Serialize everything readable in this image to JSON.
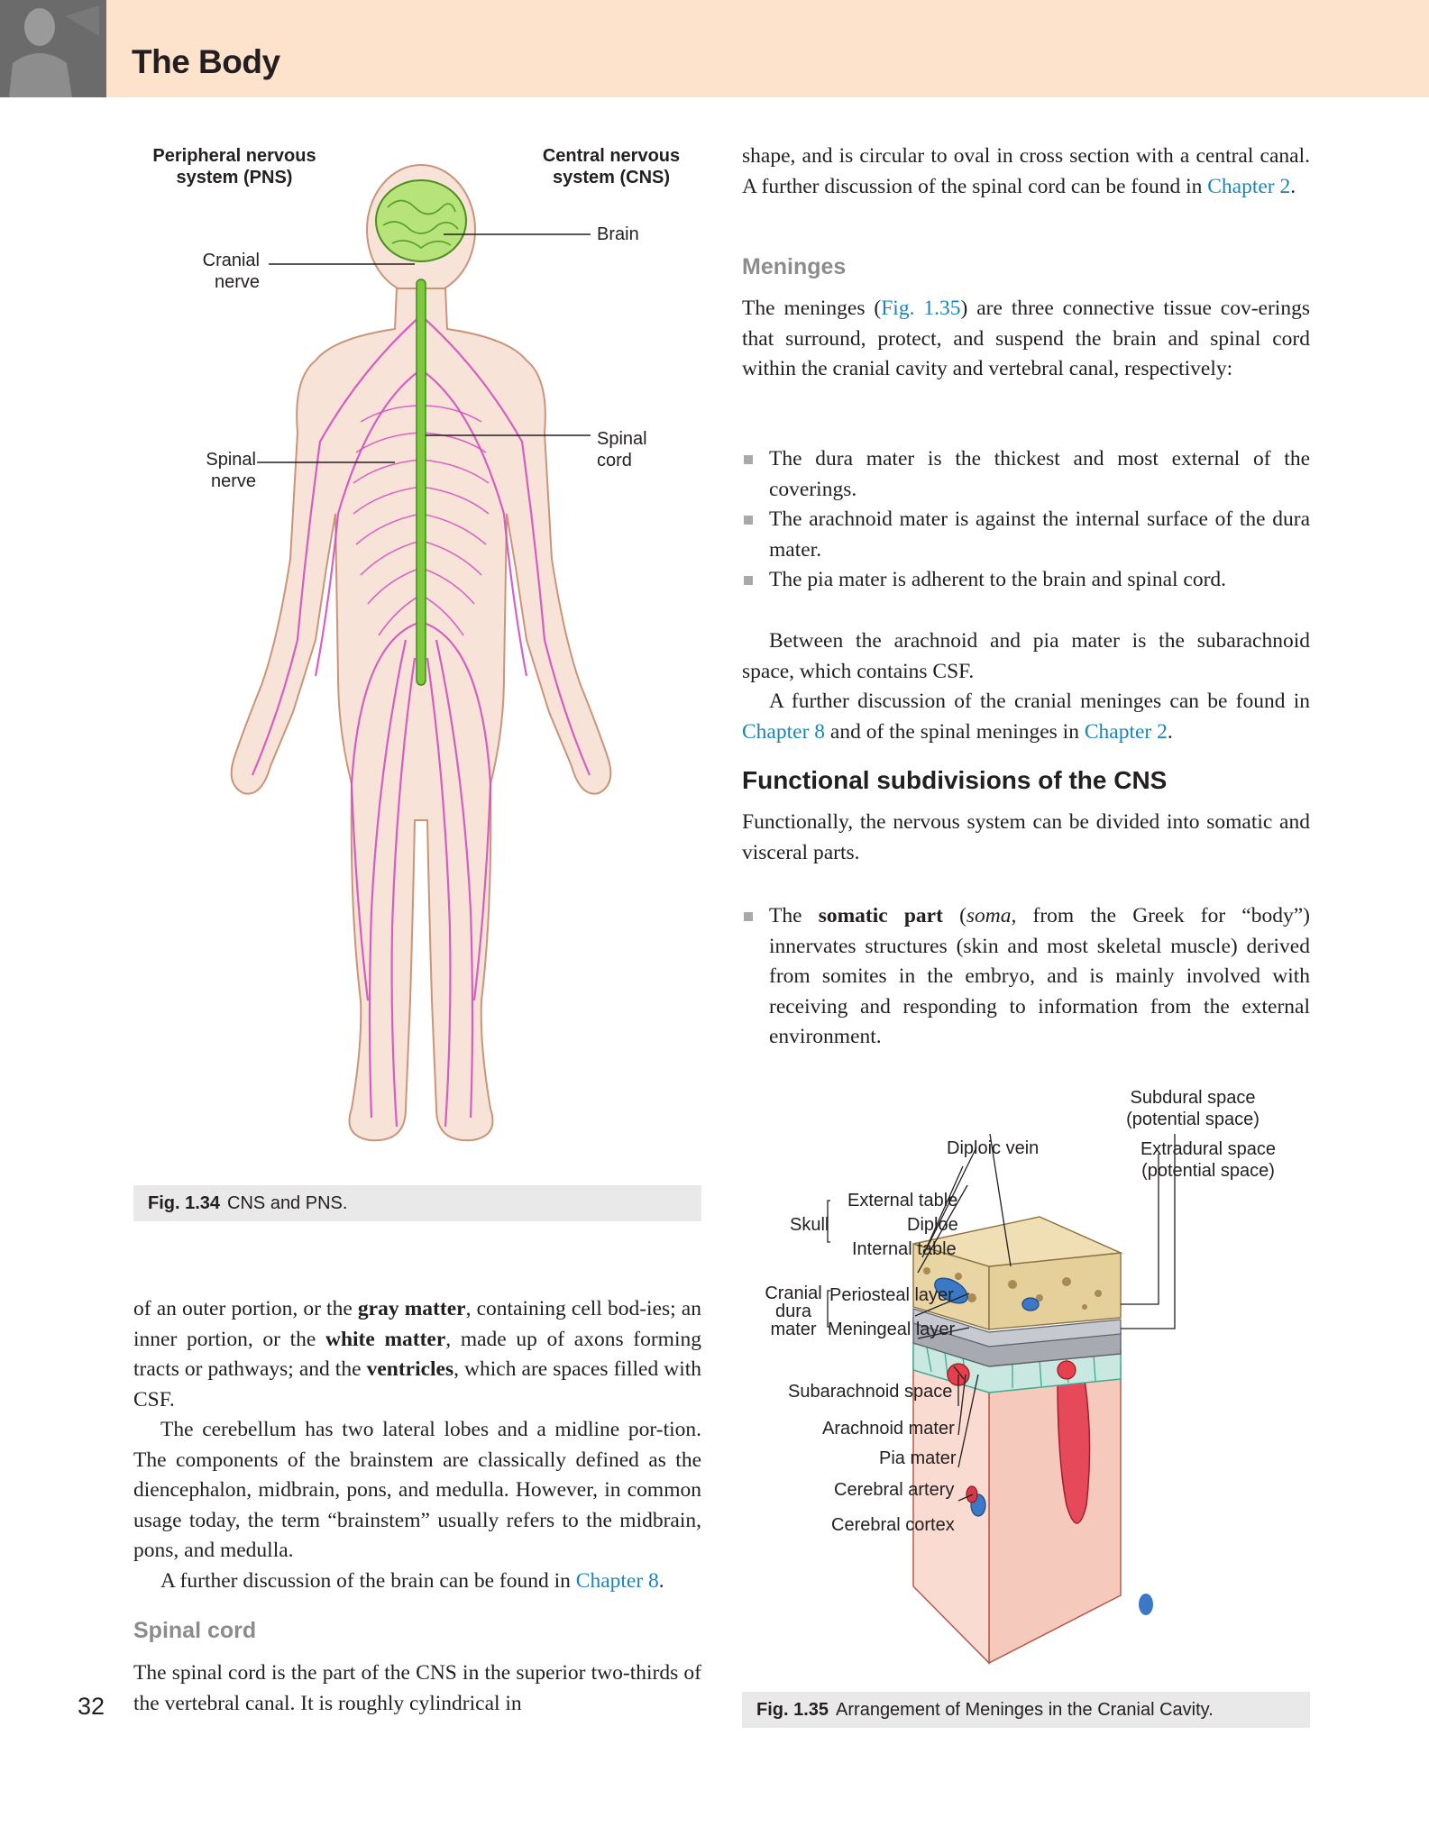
{
  "header": {
    "title": "The Body"
  },
  "fig134": {
    "pns_label": "Peripheral nervous\nsystem (PNS)",
    "cns_label": "Central nervous\nsystem (CNS)",
    "brain": "Brain",
    "cranial_nerve": "Cranial\nnerve",
    "spinal_nerve": "Spinal\nnerve",
    "spinal_cord": "Spinal\ncord",
    "caption_num": "Fig. 1.34",
    "caption_text": "CNS and PNS."
  },
  "left_col": {
    "p1_a": "of an outer portion, or the ",
    "p1_b": "gray matter",
    "p1_c": ", containing cell bod-ies; an inner portion, or the ",
    "p1_d": "white matter",
    "p1_e": ", made up of axons forming tracts or pathways; and the ",
    "p1_f": "ventricles",
    "p1_g": ", which are spaces filled with CSF.",
    "p2": "The cerebellum has two lateral lobes and a midline por-tion. The components of the brainstem are classically defined as the diencephalon, midbrain, pons, and medulla. However, in common usage today, the term “brainstem” usually refers to the midbrain, pons, and medulla.",
    "p3_a": "A further discussion of the brain can be found in ",
    "p3_link": "Chapter 8",
    "p3_b": ".",
    "subhead": "Spinal cord",
    "p4": "The spinal cord is the part of the CNS in the superior two-thirds of the vertebral canal. It is roughly cylindrical in"
  },
  "right_col": {
    "p0_a": "shape, and is circular to oval in cross section with a central canal. A further discussion of the spinal cord can be found in ",
    "p0_link": "Chapter 2",
    "p0_b": ".",
    "meninges_head": "Meninges",
    "p1_a": "The meninges (",
    "p1_link": "Fig. 1.35",
    "p1_b": ") are three connective tissue cov-erings that surround, protect, and suspend the brain and spinal cord within the cranial cavity and vertebral canal, respectively:",
    "bullets": [
      "The dura mater is the thickest and most external of the coverings.",
      "The arachnoid mater is against the internal surface of the dura mater.",
      "The pia mater is adherent to the brain and spinal cord."
    ],
    "p2": "Between the arachnoid and pia mater is the subarachnoid space, which contains CSF.",
    "p3_a": "A further discussion of the cranial meninges can be found in ",
    "p3_link1": "Chapter 8",
    "p3_b": " and of the spinal meninges in ",
    "p3_link2": "Chapter 2",
    "p3_c": ".",
    "section_head": "Functional subdivisions of the CNS",
    "p4": "Functionally, the nervous system can be divided into somatic and visceral parts.",
    "b2_a": "The ",
    "b2_bold": "somatic part",
    "b2_b": " (",
    "b2_ital": "soma,",
    "b2_c": " from the Greek for “body”) innervates structures (skin and most skeletal muscle) derived from somites in the embryo, and is mainly involved with receiving and responding to information from the external environment."
  },
  "fig135": {
    "subdural": "Subdural space\n(potential space)",
    "extradural": "Extradural space\n(potential space)",
    "diploic_vein": "Diploic vein",
    "external_table": "External table",
    "skull": "Skull",
    "diploe": "Diploe",
    "internal_table": "Internal table",
    "cranial_dura": "Cranial\ndura\nmater",
    "periosteal": "Periosteal layer",
    "meningeal": "Meningeal layer",
    "subarachnoid": "Subarachnoid space",
    "arachnoid": "Arachnoid mater",
    "pia": "Pia mater",
    "cerebral_artery": "Cerebral artery",
    "cerebral_cortex": "Cerebral cortex",
    "caption_num": "Fig. 1.35",
    "caption_text": "Arrangement of Meninges in the Cranial Cavity."
  },
  "page_number": "32"
}
